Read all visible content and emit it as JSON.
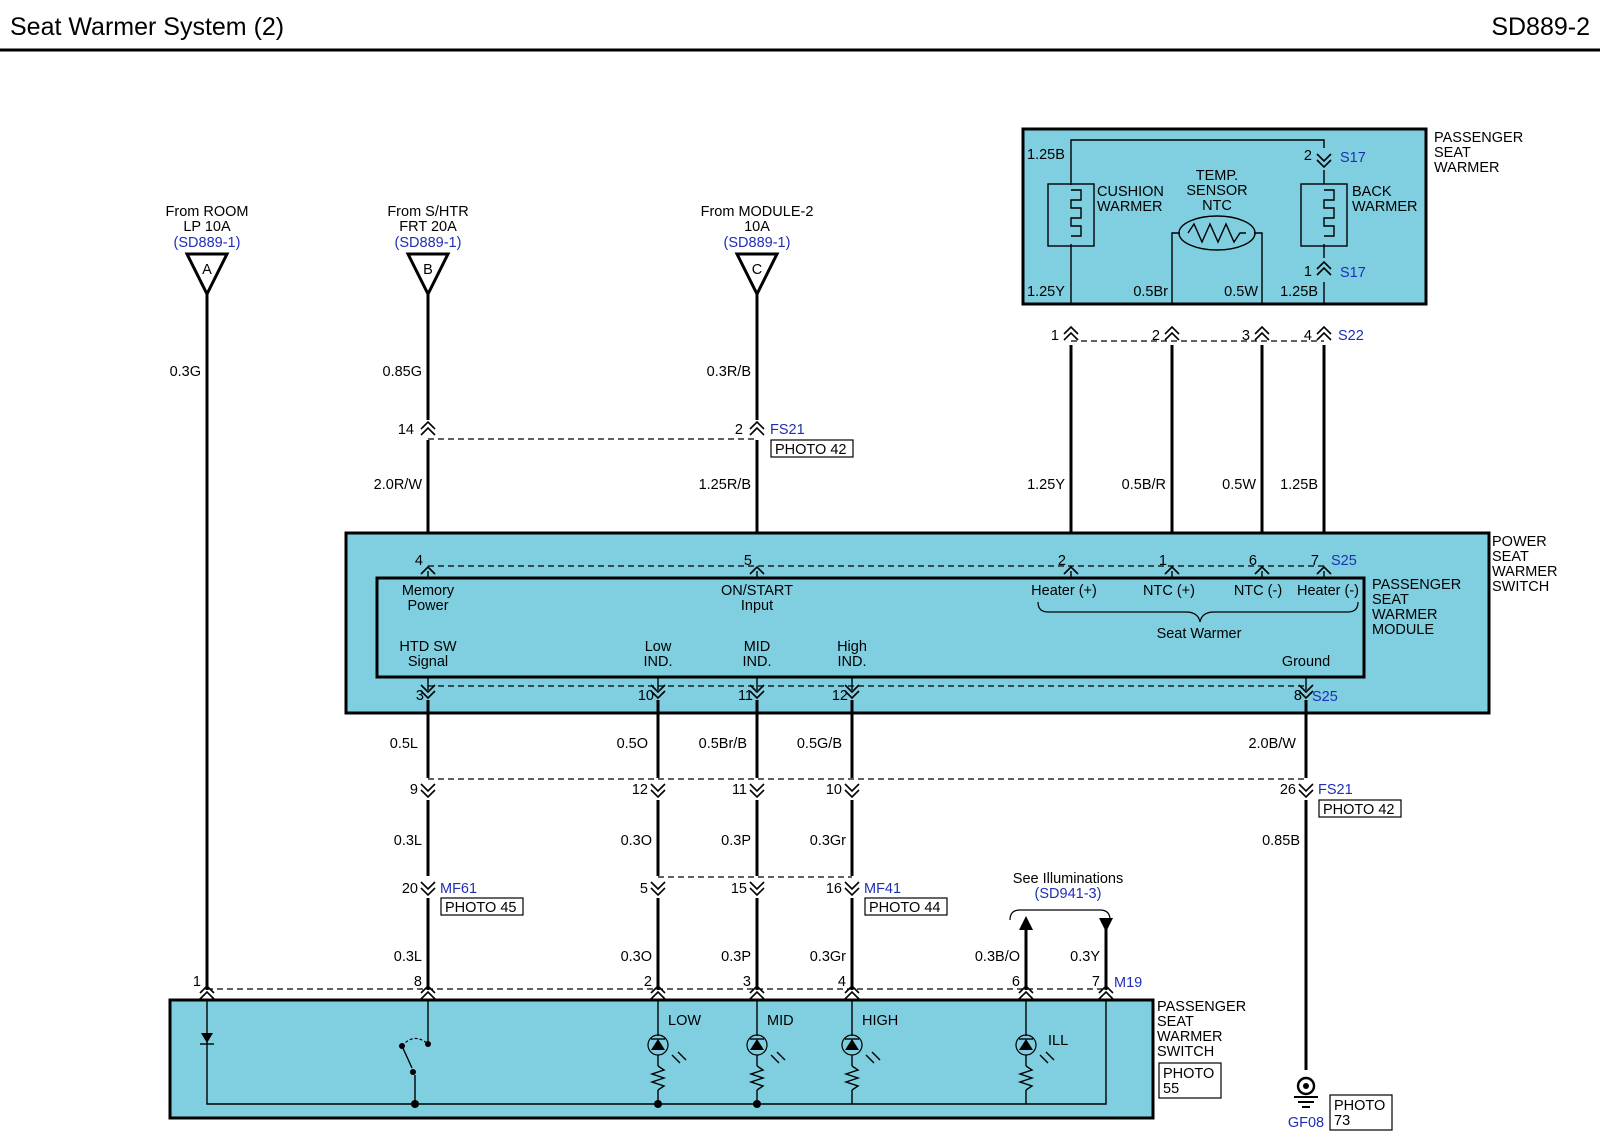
{
  "header": {
    "title": "Seat Warmer System (2)",
    "code": "SD889-2"
  },
  "sources": [
    {
      "letter": "A",
      "line1": "From ROOM",
      "line2": "LP 10A",
      "ref": "(SD889-1)"
    },
    {
      "letter": "B",
      "line1": "From S/HTR",
      "line2": "FRT 20A",
      "ref": "(SD889-1)"
    },
    {
      "letter": "C",
      "line1": "From MODULE-2",
      "line2": "10A",
      "ref": "(SD889-1)"
    }
  ],
  "wire_labels": {
    "a_top": "0.3G",
    "b_top": "0.85G",
    "c_top": "0.3R/B",
    "b_mid": "2.0R/W",
    "c_mid": "1.25R/B",
    "p1_mid": "1.25Y",
    "p2_mid": "0.5B/R",
    "p3_mid": "0.5W",
    "p4_mid": "1.25B",
    "htd_1": "0.5L",
    "low_1": "0.5O",
    "mid_1": "0.5Br/B",
    "high_1": "0.5G/B",
    "gnd_1": "2.0B/W",
    "htd_2": "0.3L",
    "low_2": "0.3O",
    "mid_2": "0.3P",
    "high_2": "0.3Gr",
    "gnd_2": "0.85B",
    "htd_3": "0.3L",
    "low_3": "0.3O",
    "mid_3": "0.3P",
    "high_3": "0.3Gr",
    "ill_1": "0.3B/O",
    "ill_2": "0.3Y"
  },
  "passenger_seat_warmer": {
    "label": [
      "PASSENGER",
      "SEAT",
      "WARMER"
    ],
    "cushion": [
      "CUSHION",
      "WARMER"
    ],
    "back": [
      "BACK",
      "WARMER"
    ],
    "sensor": [
      "TEMP.",
      "SENSOR",
      "NTC"
    ],
    "w_1_25b_top": "1.25B",
    "w_1_25y": "1.25Y",
    "w_0_5br": "0.5Br",
    "w_0_5w": "0.5W",
    "w_1_25b": "1.25B",
    "s17_pin_top": "2",
    "s17_pin_bot": "1",
    "s17": "S17"
  },
  "connector_s22": {
    "name": "S22",
    "pins": [
      "1",
      "2",
      "3",
      "4"
    ]
  },
  "connector_fs21_top": {
    "name": "FS21",
    "photo": "PHOTO 42",
    "pin_b": "14",
    "pin_c": "2"
  },
  "power_switch": {
    "label": [
      "POWER",
      "SEAT",
      "WARMER",
      "SWITCH"
    ],
    "module_label": [
      "PASSENGER",
      "SEAT",
      "WARMER",
      "MODULE"
    ],
    "conn_top": "S25",
    "conn_bottom": "S25",
    "pins_top": {
      "memory": "4",
      "onstart": "5",
      "heater_pos": "2",
      "ntc_pos": "1",
      "ntc_neg": "6",
      "heater_neg": "7"
    },
    "pins_bottom": {
      "htd": "3",
      "low": "10",
      "mid": "11",
      "high": "12",
      "ground": "8"
    },
    "memory": [
      "Memory",
      "Power"
    ],
    "onstart": [
      "ON/START",
      "Input"
    ],
    "heater_pos": "Heater (+)",
    "ntc_pos": "NTC (+)",
    "ntc_neg": "NTC (-)",
    "heater_neg": "Heater (-)",
    "seat_warmer": "Seat Warmer",
    "htd": [
      "HTD SW",
      "Signal"
    ],
    "low": [
      "Low",
      "IND."
    ],
    "mid": [
      "MID",
      "IND."
    ],
    "high": [
      "High",
      "IND."
    ],
    "ground": "Ground"
  },
  "connector_fs21_bottom": {
    "name": "FS21",
    "photo": "PHOTO 42",
    "pins": [
      "9",
      "12",
      "11",
      "10",
      "26"
    ]
  },
  "connector_mf61": {
    "name": "MF61",
    "photo": "PHOTO 45",
    "pin": "20"
  },
  "connector_mf41": {
    "name": "MF41",
    "photo": "PHOTO 44",
    "pins": [
      "5",
      "15",
      "16"
    ]
  },
  "illuminations": {
    "line1": "See Illuminations",
    "ref": "(SD941-3)"
  },
  "switch": {
    "label": [
      "PASSENGER",
      "SEAT",
      "WARMER",
      "SWITCH"
    ],
    "photo": [
      "PHOTO",
      "55"
    ],
    "connector": "M19",
    "pins": [
      "1",
      "8",
      "2",
      "3",
      "4",
      "6",
      "7"
    ],
    "low": "LOW",
    "mid": "MID",
    "high": "HIGH",
    "ill": "ILL"
  },
  "ground": {
    "name": "GF08",
    "photo": [
      "PHOTO",
      "73"
    ]
  }
}
